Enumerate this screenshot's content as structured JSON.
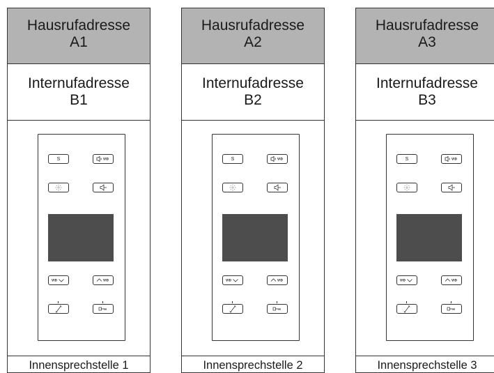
{
  "units": [
    {
      "home_address": {
        "line1": "Hausrufadresse",
        "line2": "A1"
      },
      "internal_address": {
        "line1": "Internufadresse",
        "line2": "B1"
      },
      "station_label": "Innensprechstelle 1"
    },
    {
      "home_address": {
        "line1": "Hausrufadresse",
        "line2": "A2"
      },
      "internal_address": {
        "line1": "Internufadresse",
        "line2": "B2"
      },
      "station_label": "Innensprechstelle 2"
    },
    {
      "home_address": {
        "line1": "Hausrufadresse",
        "line2": "A3"
      },
      "internal_address": {
        "line1": "Internufadresse",
        "line2": "B3"
      },
      "station_label": "Innensprechstelle 3"
    }
  ],
  "device_buttons": {
    "s_label": "S",
    "video_label": "VID",
    "icons": [
      "s-button",
      "volume-video-icon",
      "light-icon",
      "speaker-icon",
      "video-down-icon",
      "video-up-icon",
      "handset-icon",
      "door-key-icon"
    ]
  },
  "colors": {
    "header_fill": "#b3b3b3",
    "display_fill": "#4d4d4d",
    "stroke": "#333333"
  }
}
